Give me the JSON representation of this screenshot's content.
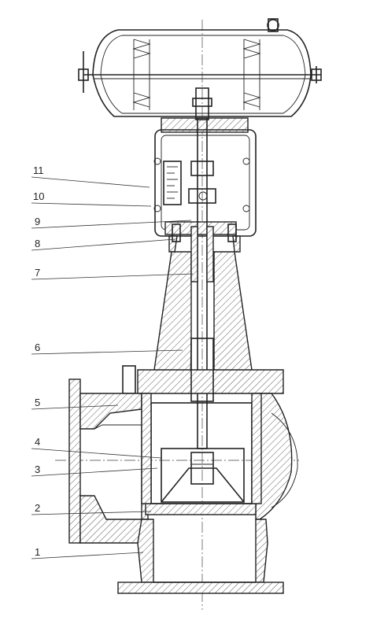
{
  "callouts": [
    {
      "label": "11"
    },
    {
      "label": "10"
    },
    {
      "label": "9"
    },
    {
      "label": "8"
    },
    {
      "label": "7"
    },
    {
      "label": "6"
    },
    {
      "label": "5"
    },
    {
      "label": "4"
    },
    {
      "label": "3"
    },
    {
      "label": "2"
    },
    {
      "label": "1"
    }
  ]
}
